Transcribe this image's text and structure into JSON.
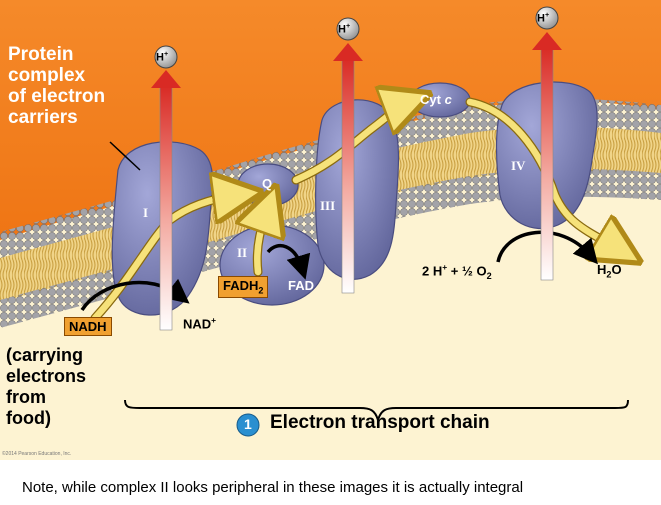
{
  "labels": {
    "protein_complex": [
      "Protein",
      "complex",
      "of electron",
      "carriers"
    ],
    "carrying": [
      "(carrying",
      "electrons",
      "from",
      "food)"
    ],
    "complex_I": "I",
    "complex_II": "II",
    "complex_III": "III",
    "complex_IV": "IV",
    "q": "Q",
    "cyt_c": "Cyt c",
    "hplus": "H+",
    "nadh": "NADH",
    "nad_plus": "NAD+",
    "fadh2": "FADH2",
    "fad": "FAD",
    "oxygen_reaction": "2 H+ + ½ O2",
    "water": "H2O",
    "step_number": "1",
    "etc_title": "Electron transport chain",
    "copyright": "©2014 Pearson Education, Inc."
  },
  "note": "Note, while complex II looks peripheral in these images it is actually integral",
  "colors": {
    "background_top": "#f07a1a",
    "background_bottom": "#fdf3d2",
    "membrane_heads": "#9a9aa0",
    "membrane_tails": "#e3c36a",
    "protein": "#7b7fb8",
    "carrier_box": "#f0a030",
    "electron_path": "#f6e27a",
    "proton_arrow": "#e2433a",
    "step_circle": "#2a8fd0"
  }
}
